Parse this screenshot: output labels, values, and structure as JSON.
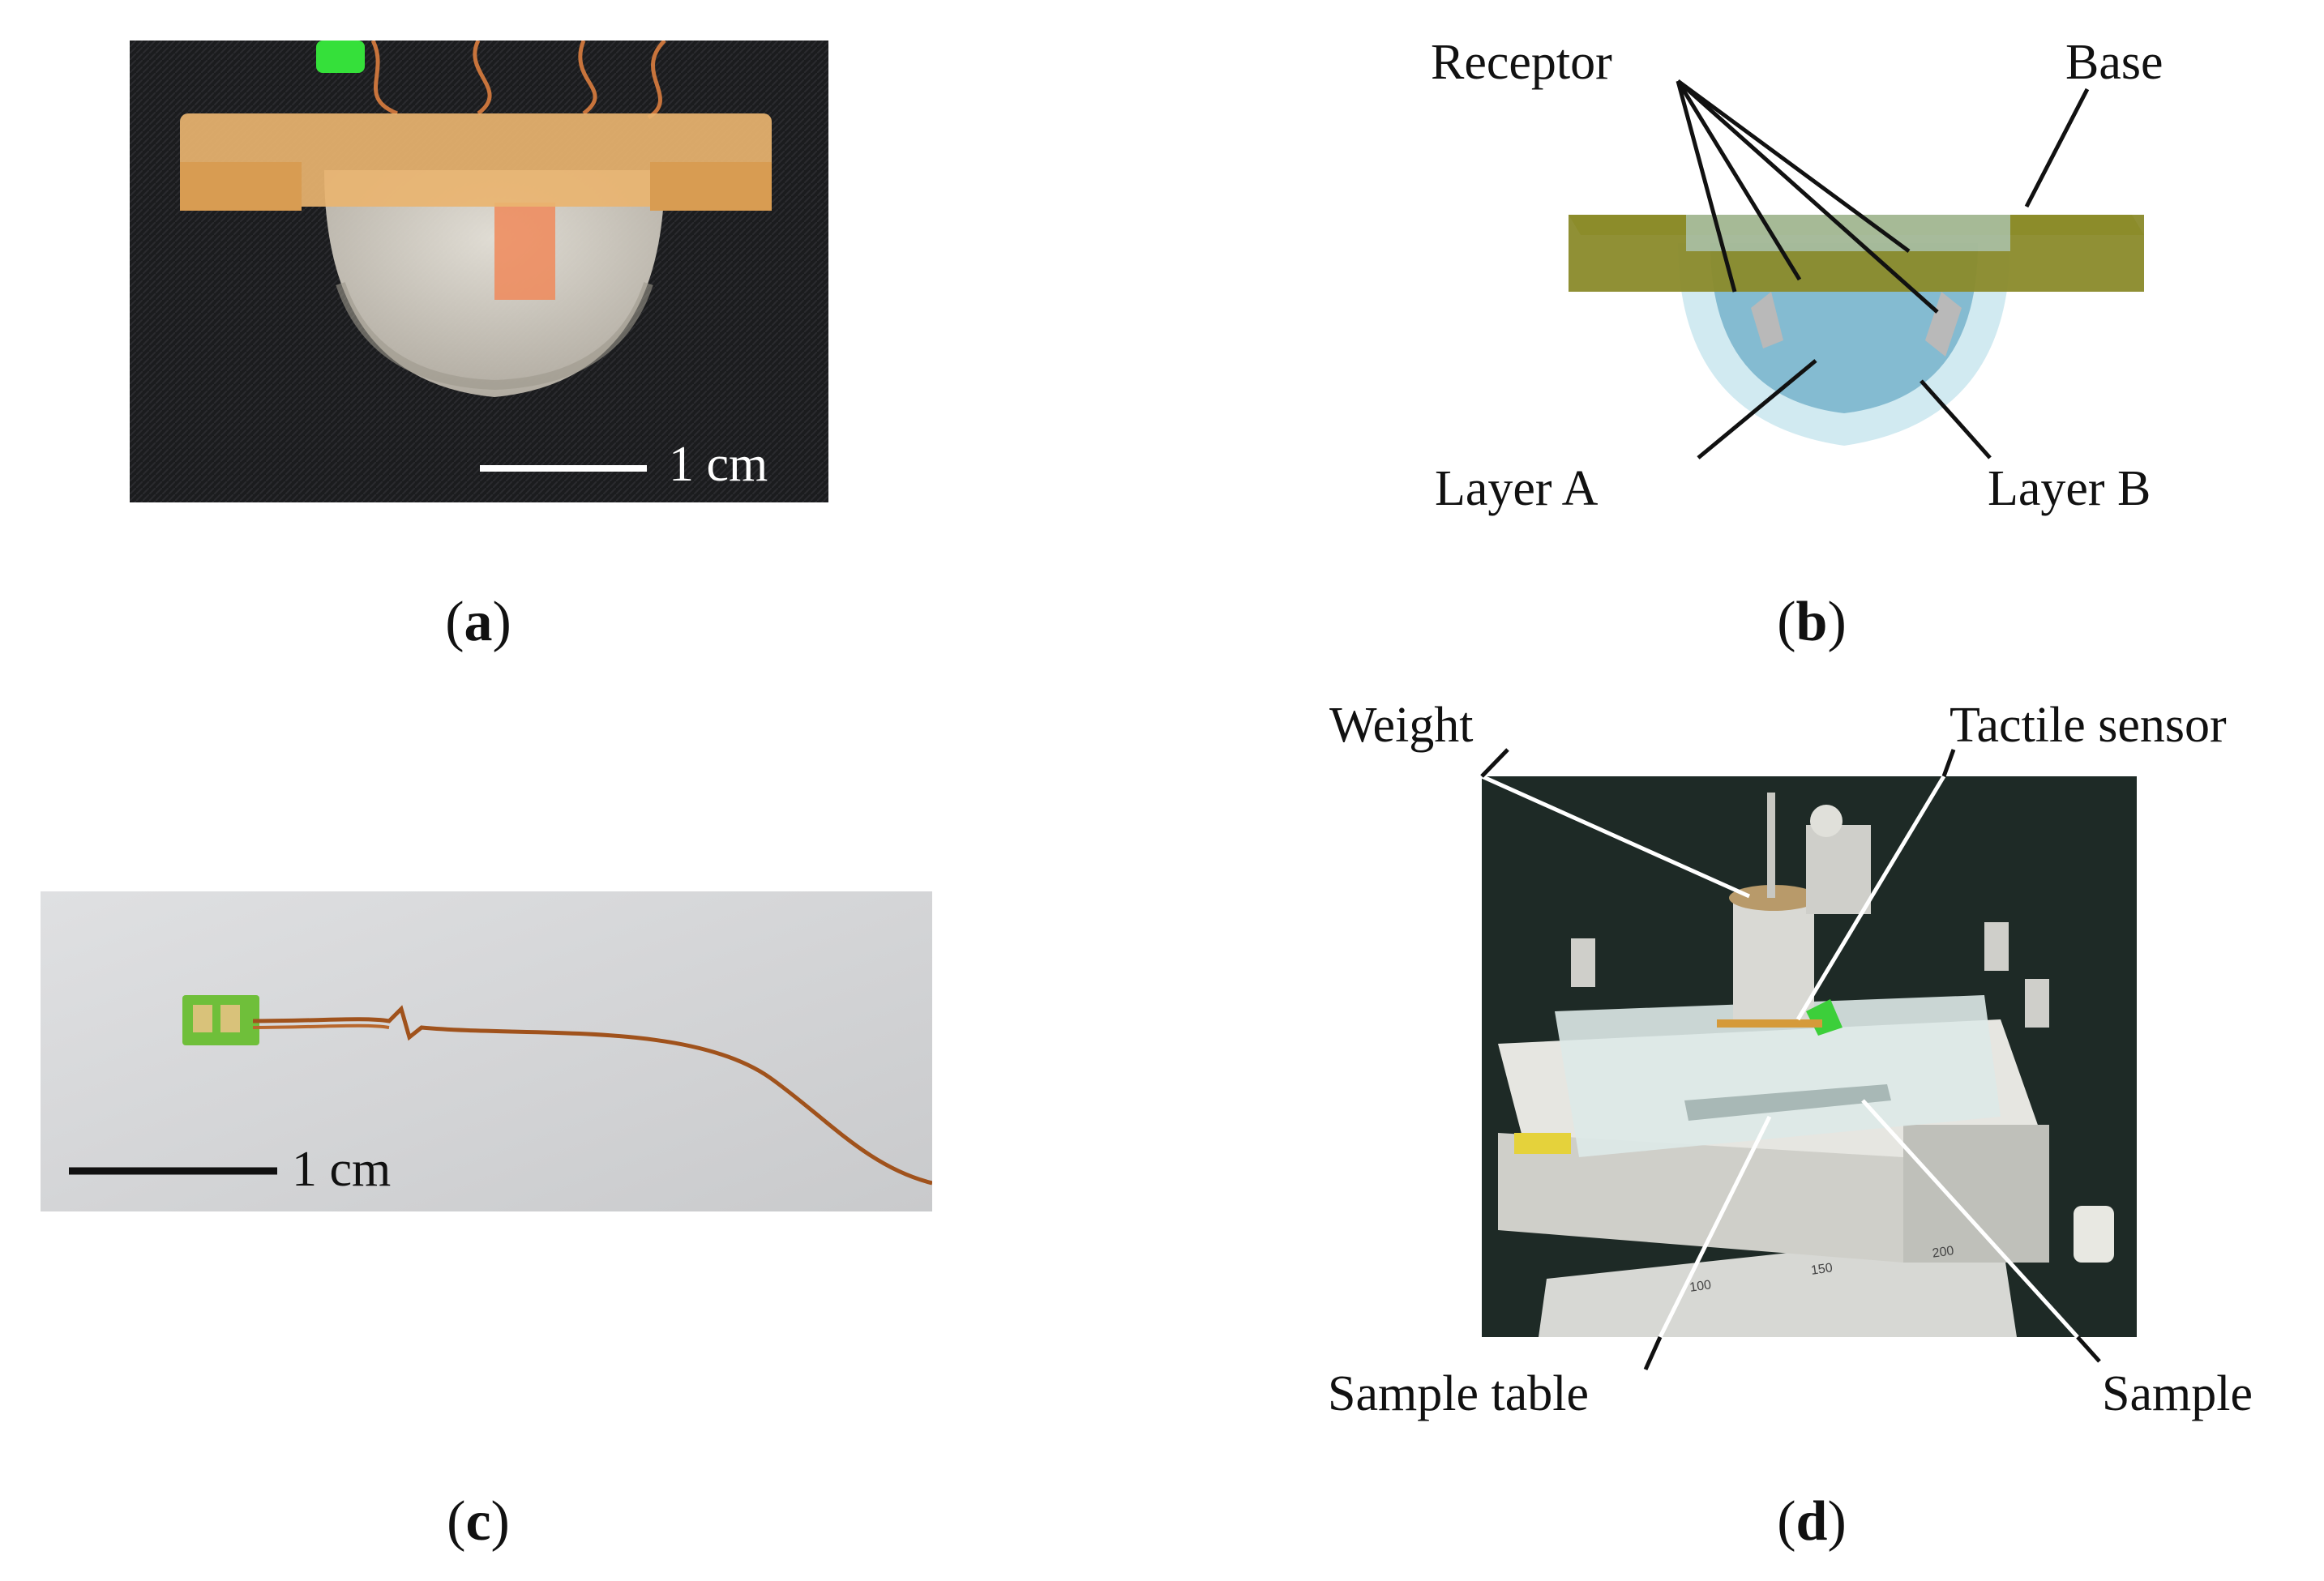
{
  "panel_a": {
    "caption_open": "(",
    "caption_letter": "a",
    "caption_close": ")",
    "scale_label": "1 cm",
    "colors": {
      "background": "#1b1c1e",
      "dome": "#dcd6cb",
      "frame": "#e9b470",
      "wire": "#c8743c",
      "glow": "#f08a5a",
      "tag": "#35e03a",
      "scale_bar": "#ffffff"
    }
  },
  "panel_b": {
    "caption_open": "(",
    "caption_letter": "b",
    "caption_close": ")",
    "labels": {
      "receptor": "Receptor",
      "base": "Base",
      "layer_a": "Layer A",
      "layer_b": "Layer B"
    },
    "colors": {
      "base": "#8a8a2a",
      "layer_a": "#7fb8cf",
      "layer_b": "#c9e6ee",
      "leader": "#111111"
    }
  },
  "panel_c": {
    "caption_open": "(",
    "caption_letter": "c",
    "caption_close": ")",
    "scale_label": "1 cm",
    "colors": {
      "background": "#dcdddf",
      "board": "#6fbf3a",
      "wire": "#a0521c",
      "scale_bar": "#111111"
    }
  },
  "panel_d": {
    "caption_open": "(",
    "caption_letter": "d",
    "caption_close": ")",
    "labels": {
      "weight": "Weight",
      "tactile_sensor": "Tactile sensor",
      "sample_table": "Sample table",
      "sample": "Sample"
    },
    "ruler_ticks": [
      "100",
      "150",
      "200"
    ],
    "colors": {
      "background": "#1e2a26",
      "machine": "#e6e6e1",
      "leader": "#ffffff",
      "sensor": "#3ccf3a"
    }
  }
}
